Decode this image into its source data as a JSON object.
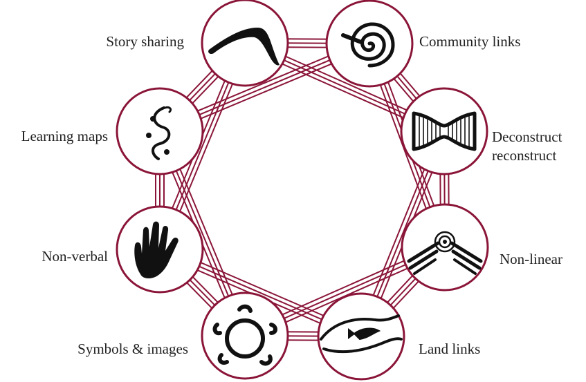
{
  "colors": {
    "ring": "#8a1538",
    "icon": "#111111",
    "background": "#ffffff",
    "text": "#222222"
  },
  "nodes": [
    {
      "id": "story-sharing",
      "label": "Story sharing",
      "icon": "boomerang-icon"
    },
    {
      "id": "community-links",
      "label": "Community links",
      "icon": "spiral-icon"
    },
    {
      "id": "deconstruct-reconstruct",
      "label_lines": [
        "Deconstruct",
        "reconstruct"
      ],
      "icon": "hourglass-icon"
    },
    {
      "id": "non-linear",
      "label": "Non-linear",
      "icon": "concentric-arc-icon"
    },
    {
      "id": "land-links",
      "label": "Land links",
      "icon": "fish-river-icon"
    },
    {
      "id": "symbols-images",
      "label": "Symbols & images",
      "icon": "turtle-circle-icon"
    },
    {
      "id": "non-verbal",
      "label": "Non-verbal",
      "icon": "hand-icon"
    },
    {
      "id": "learning-maps",
      "label": "Learning maps",
      "icon": "winding-path-icon"
    }
  ]
}
